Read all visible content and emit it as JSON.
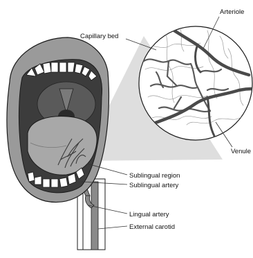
{
  "labels": {
    "arteriole": "Arteriole",
    "capillary_bed": "Capillary bed",
    "venule": "Venule",
    "sublingual_region": "Sublingual region",
    "sublingual_artery": "Sublingual artery",
    "lingual_artery": "Lingual artery",
    "external_carotid": "External carotid"
  },
  "colors": {
    "outline": "#1a1a1a",
    "lips": "#9a9a9a",
    "mouth_interior": "#3c3c3c",
    "throat": "#5a5a5a",
    "tongue": "#a8a8a8",
    "teeth": "#ffffff",
    "vessel": "#6a6a6a",
    "magnify_cone": "#d4d4d4",
    "leader_line": "#333333"
  }
}
